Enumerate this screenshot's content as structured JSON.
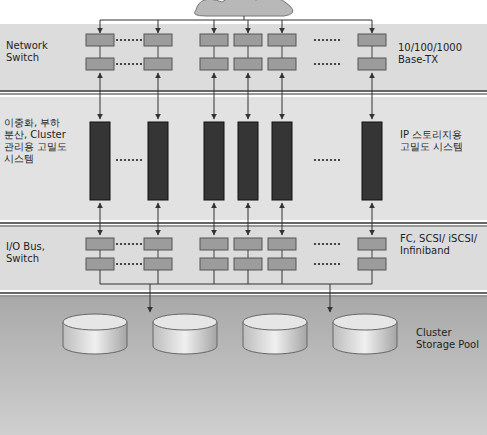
{
  "diagram": {
    "nodes": [
      {
        "text": [
          "Network Switch",
          "10/100/1000 Base-TX"
        ]
      },
      {
        "text": [
          "이중화, 부하 분산, Cluster 관리용 고밀도 시스템",
          "IP 스토리지용 고밀도 시스템"
        ]
      },
      {
        "text": [
          "I/O Bus, Switch",
          "FC, SCSI/ iSCSI/ Infiniband"
        ]
      },
      {
        "text": [
          "Cluster Storage Pool"
        ]
      }
    ]
  }
}
